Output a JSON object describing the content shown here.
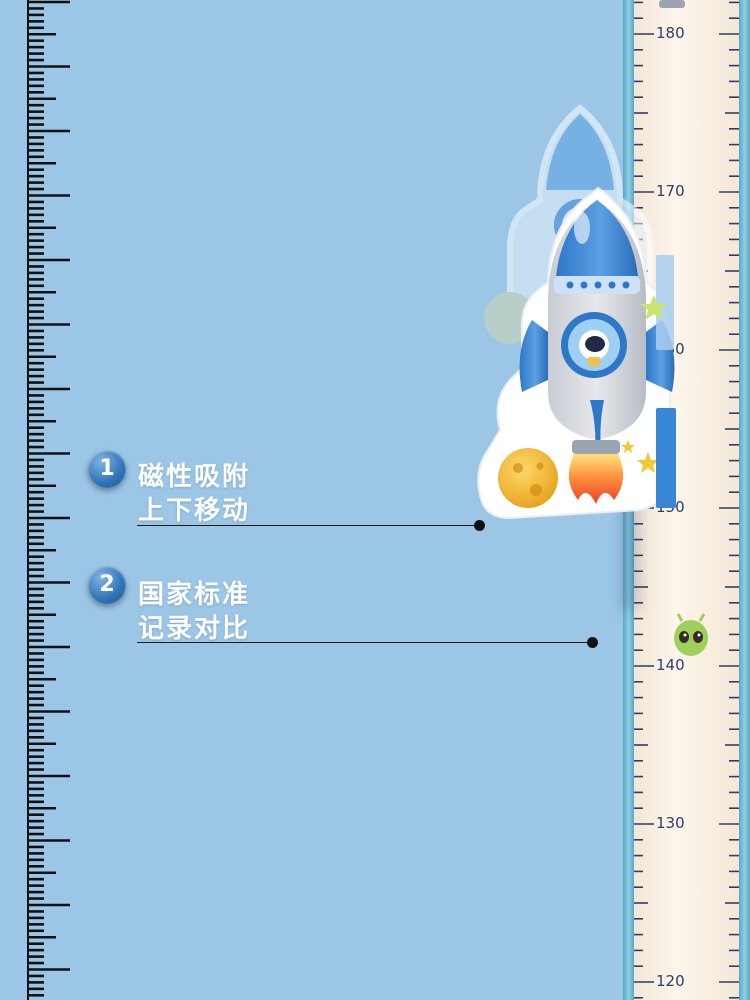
{
  "features": [
    {
      "number": "1",
      "line1": "磁性吸附",
      "line2": "上下移动"
    },
    {
      "number": "2",
      "line1": "国家标准",
      "line2": "记录对比"
    }
  ],
  "ruler": {
    "labels": [
      "180",
      "170",
      "160",
      "150",
      "140",
      "130",
      "120"
    ]
  },
  "colors": {
    "background": "#9cc6e6",
    "ruler_board": "#fbf2e6",
    "ruler_frame": "#74b6d2",
    "tick": "#2c3e66",
    "rocket_blue": "#3a86d6"
  },
  "icons": [
    "rocket-icon",
    "planet-icon",
    "star-icon",
    "alien-icon",
    "astronaut-icon"
  ]
}
